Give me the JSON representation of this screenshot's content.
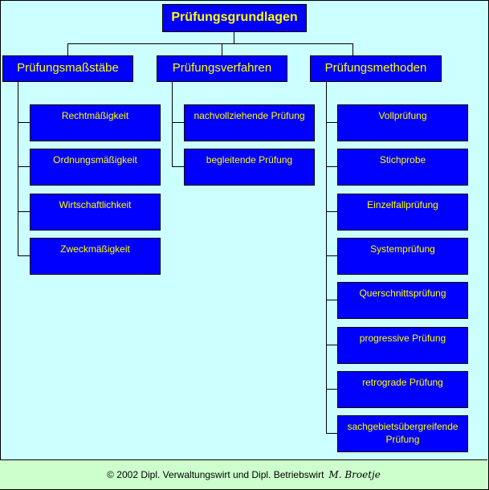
{
  "root": {
    "label": "Prüfungsgrundlagen"
  },
  "categories": [
    {
      "label": "Prüfungsmaßstäbe",
      "items": [
        "Rechtmäßigkeit",
        "Ordnungsmäßigkeit",
        "Wirtschaftlichkeit",
        "Zweckmäßigkeit"
      ]
    },
    {
      "label": "Prüfungsverfahren",
      "items": [
        "nachvollziehende Prüfung",
        "begleitende Prüfung"
      ]
    },
    {
      "label": "Prüfungsmethoden",
      "items": [
        "Vollprüfung",
        "Stichprobe",
        "Einzelfallprüfung",
        "Systemprüfung",
        "Querschnittsprüfung",
        "progressive Prüfung",
        "retrograde Prüfung",
        "sachgebietsübergreifende Prüfung"
      ]
    }
  ],
  "footer": {
    "copyright_icon": "copyright-icon",
    "text": "© 2002 Dipl. Verwaltungswirt und Dipl. Betriebswirt",
    "signature": "M. Broetje"
  },
  "colors": {
    "background": "#ccffff",
    "box_fill": "#0000ff",
    "box_text": "#ffff00",
    "footer_bg": "#ccffcc",
    "line": "#000000"
  }
}
